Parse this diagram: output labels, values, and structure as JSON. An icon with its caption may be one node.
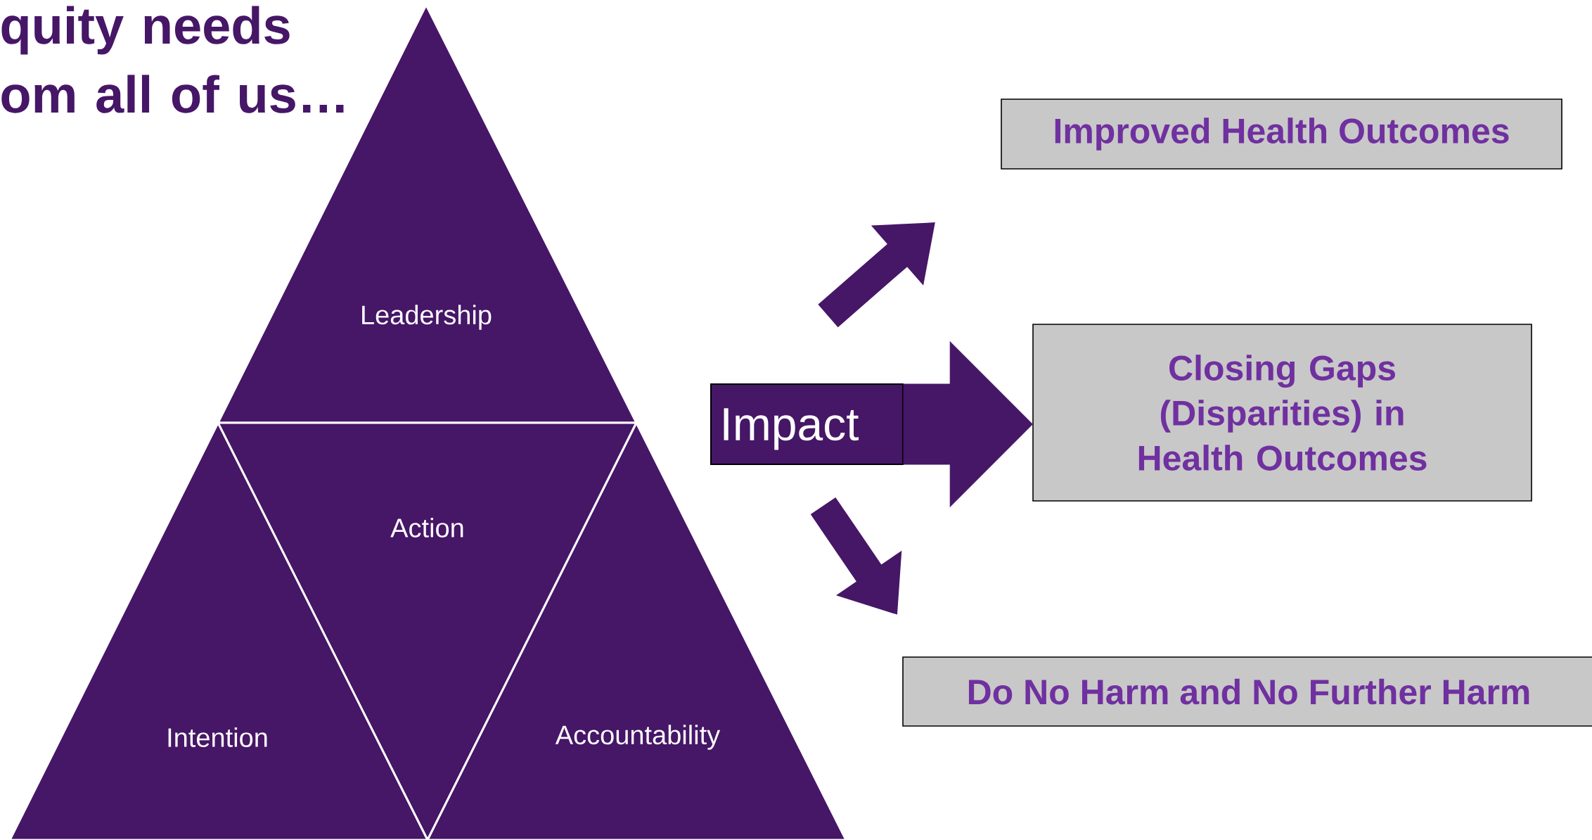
{
  "diagram": {
    "title": "quity needs om all of us…",
    "nodes": [
      {
        "text": [
          "Leadership"
        ]
      },
      {
        "text": [
          "Action"
        ]
      },
      {
        "text": [
          "Intention"
        ]
      },
      {
        "text": [
          "Accountability"
        ]
      },
      {
        "text": [
          "Impact"
        ]
      },
      {
        "text": [
          "Improved Health Outcomes"
        ]
      },
      {
        "text": [
          "Closing Gaps (Disparities) in Health Outcomes"
        ]
      },
      {
        "text": [
          "Do No Harm and No Further Harm"
        ]
      }
    ],
    "edges": [
      {
        "from": 4,
        "to": 5,
        "arrow": "to"
      },
      {
        "from": 4,
        "to": 6,
        "arrow": "to"
      },
      {
        "from": 4,
        "to": 7,
        "arrow": "to"
      }
    ]
  }
}
